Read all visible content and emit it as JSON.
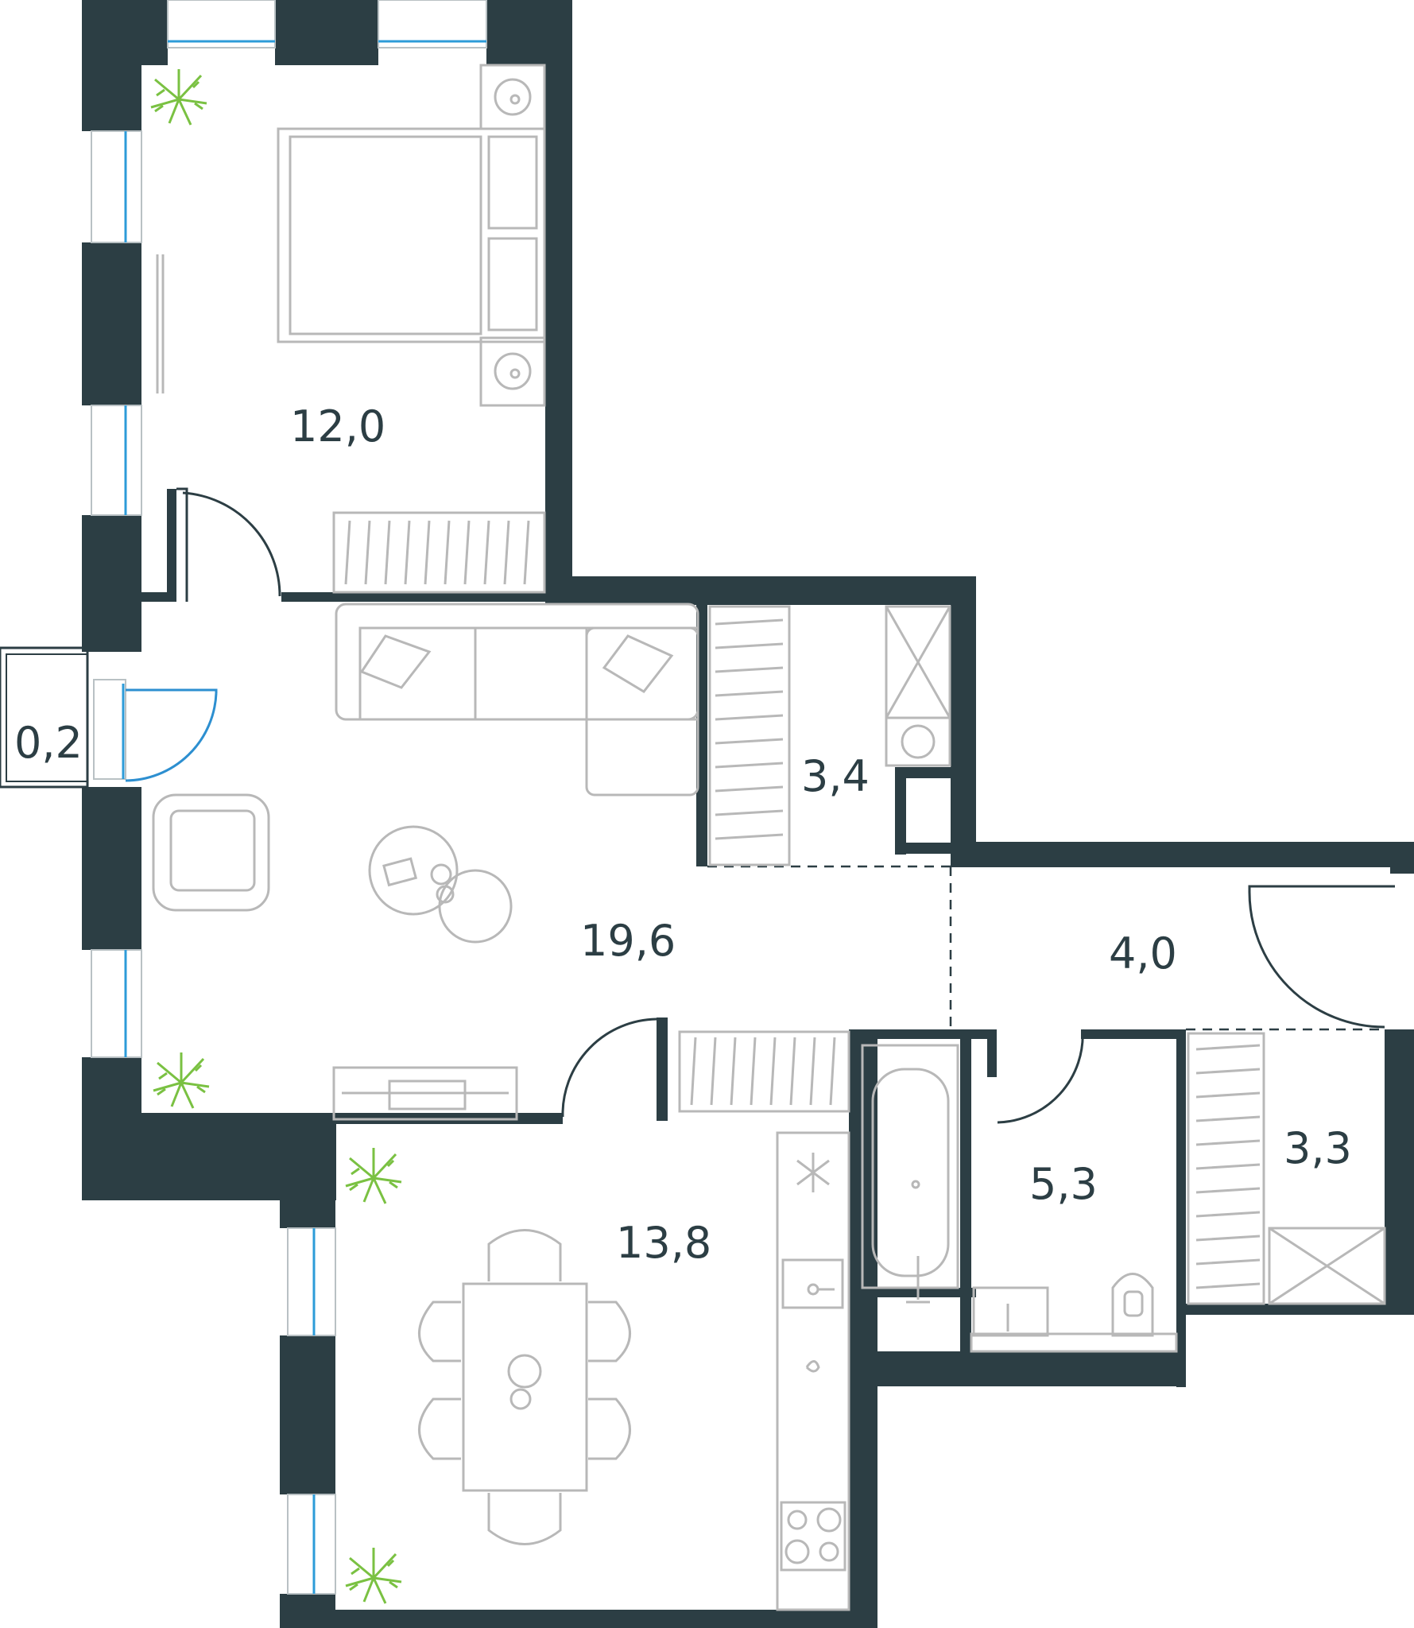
{
  "rooms": [
    {
      "key": "bedroom",
      "area": "12,0"
    },
    {
      "key": "balcony",
      "area": "0,2"
    },
    {
      "key": "living",
      "area": "19,6"
    },
    {
      "key": "storage",
      "area": "3,4"
    },
    {
      "key": "hall",
      "area": "4,0"
    },
    {
      "key": "kitchen",
      "area": "13,8"
    },
    {
      "key": "bathroom",
      "area": "5,3"
    },
    {
      "key": "wardrobe",
      "area": "3,3"
    }
  ],
  "colors": {
    "wall": "#2c3e44",
    "furniture": "#b8b8b8",
    "window": "#2d9bd8",
    "plant": "#7ac142"
  },
  "icons": [
    "plant-icon",
    "washer-icon",
    "stove-icon",
    "sink-icon",
    "toilet-icon",
    "bathtub-icon"
  ]
}
